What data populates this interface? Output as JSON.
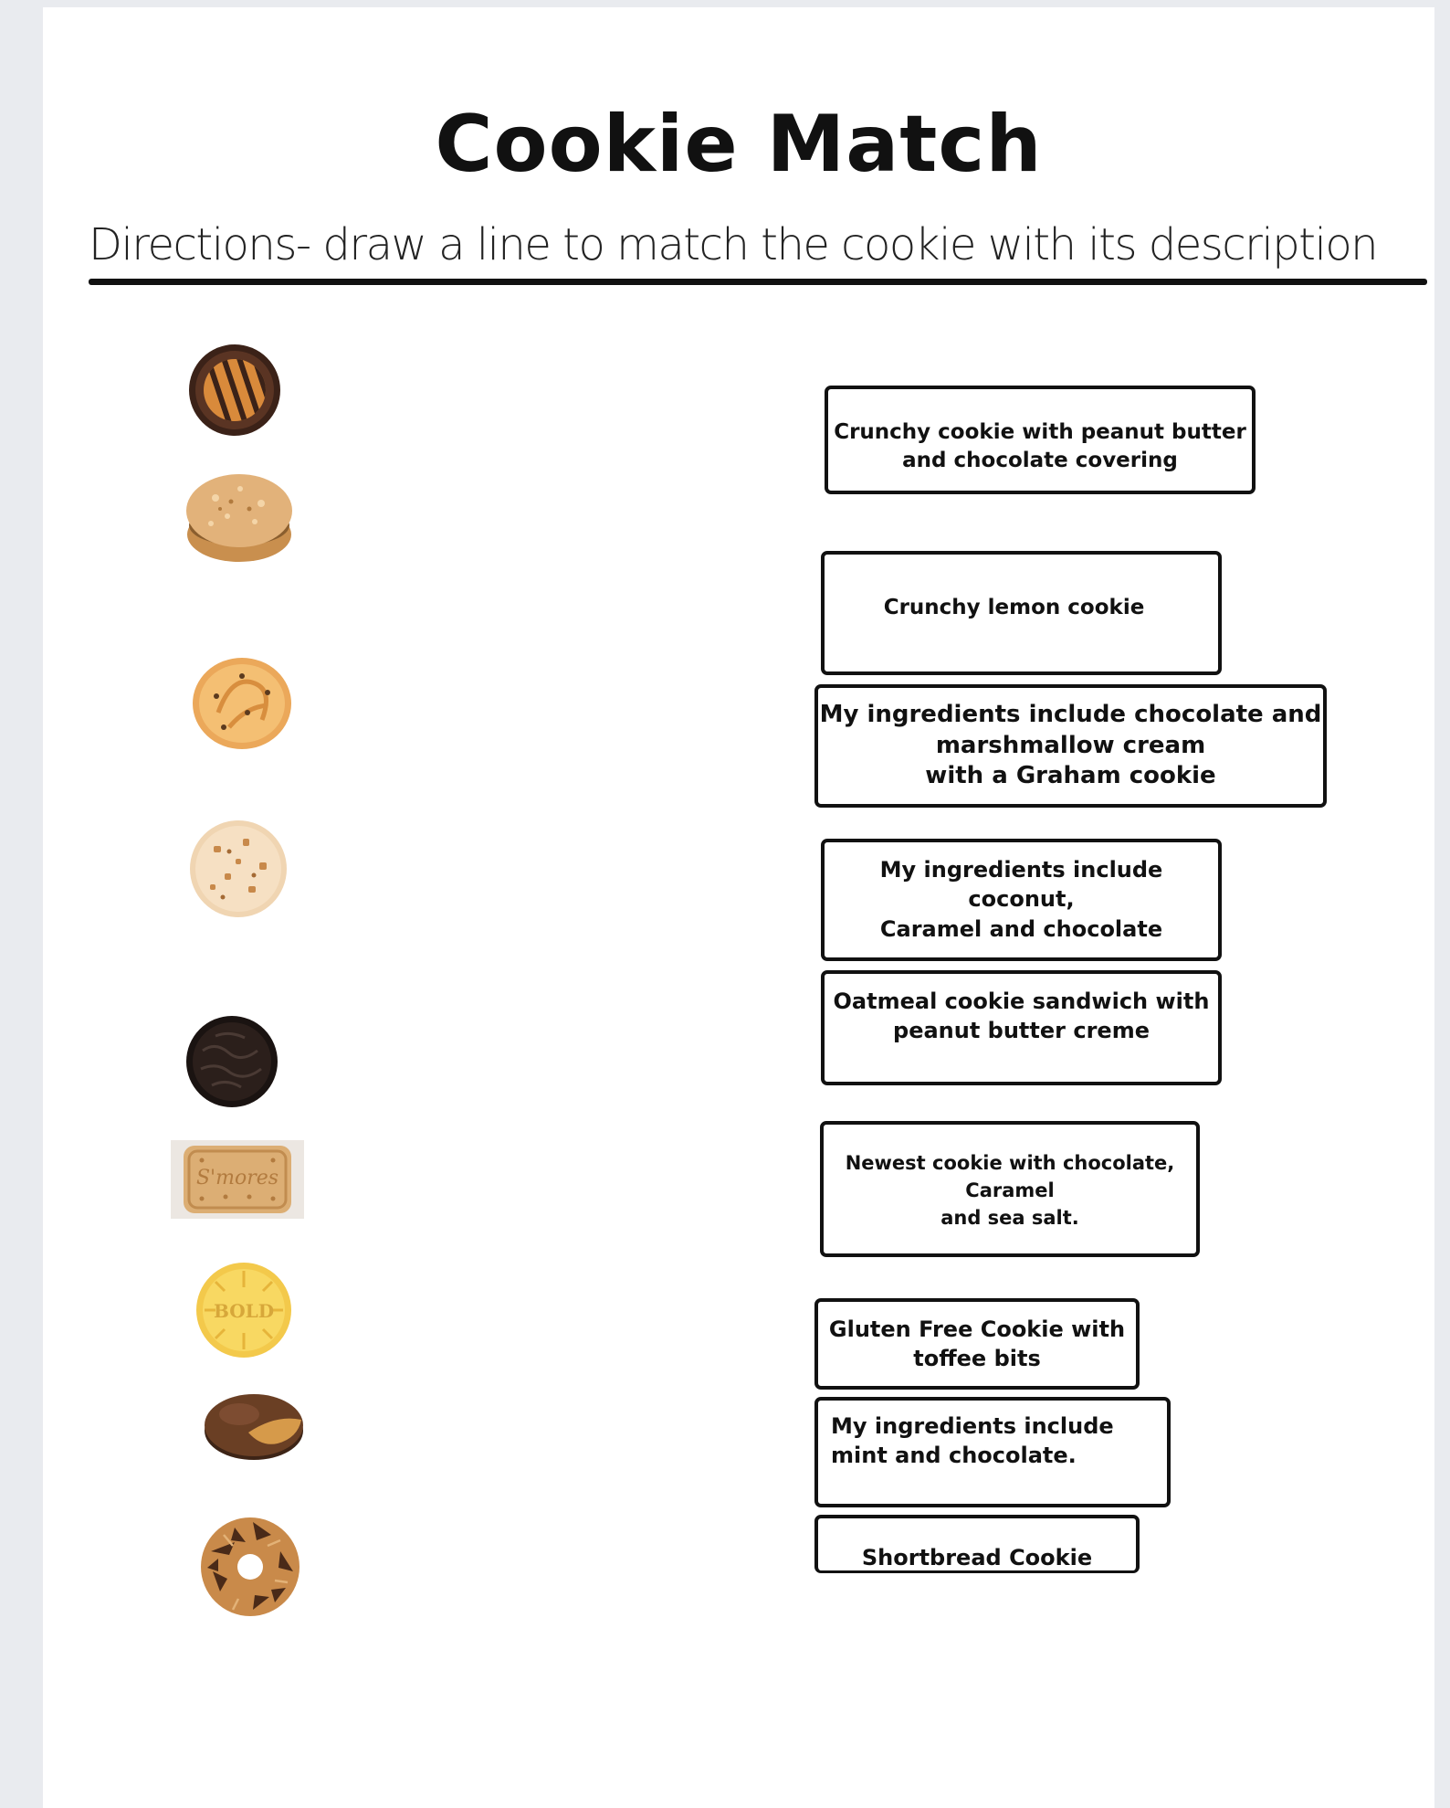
{
  "worksheet": {
    "title": "Cookie Match",
    "directions": "Directions- draw a line to match the cookie with its description"
  },
  "cookies": [
    {
      "icon": "striped-chocolate-cookie-icon"
    },
    {
      "icon": "oatmeal-sandwich-cookie-icon"
    },
    {
      "icon": "shortbread-trefoil-cookie-icon"
    },
    {
      "icon": "toffee-chip-cookie-icon"
    },
    {
      "icon": "chocolate-mint-cookie-icon"
    },
    {
      "icon": "smores-graham-cookie-icon",
      "stamp_text": "S'mores"
    },
    {
      "icon": "lemon-sun-cookie-icon",
      "stamp_text": "BOLD"
    },
    {
      "icon": "peanut-butter-patty-cookie-icon"
    },
    {
      "icon": "coconut-caramel-cookie-icon"
    }
  ],
  "descriptions": [
    "Crunchy cookie with peanut butter\nand chocolate covering",
    "Crunchy lemon cookie",
    "My ingredients include chocolate and\nmarshmallow cream\nwith a Graham cookie",
    "My ingredients include coconut,\nCaramel and chocolate",
    "Oatmeal cookie sandwich with\npeanut butter creme",
    "Newest cookie with chocolate,\nCaramel\nand sea salt.",
    "Gluten Free Cookie with\ntoffee bits",
    "My ingredients include\nmint and chocolate.",
    "Shortbread Cookie"
  ]
}
